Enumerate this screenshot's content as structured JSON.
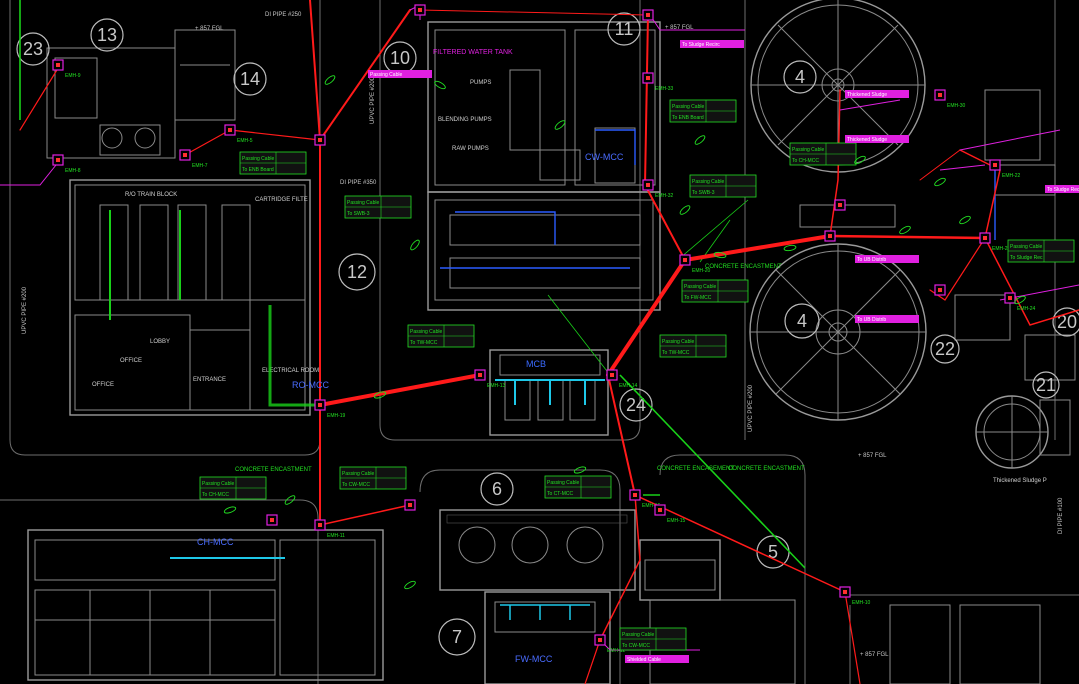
{
  "buildings": [
    {
      "id": "23"
    },
    {
      "id": "13"
    },
    {
      "id": "14"
    },
    {
      "id": "10"
    },
    {
      "id": "11"
    },
    {
      "id": "4"
    },
    {
      "id": "4"
    },
    {
      "id": "12"
    },
    {
      "id": "24"
    },
    {
      "id": "22"
    },
    {
      "id": "20"
    },
    {
      "id": "21"
    },
    {
      "id": "6"
    },
    {
      "id": "5"
    },
    {
      "id": "7"
    }
  ],
  "room_labels": {
    "filtered_water_tank": "FILTERED WATER TANK",
    "pumps": "PUMPS",
    "blending_pumps": "BLENDING PUMPS",
    "raw_pumps": "RAW PUMPS",
    "ro_train_block": "R/O TRAIN BLOCK",
    "cartridge_filter": "CARTRIDGE FILTE",
    "electrical_room": "ELECTRICAL ROOM",
    "office": "OFFICE",
    "office2": "OFFICE",
    "lobby": "LOBBY",
    "entrance": "ENTRANCE",
    "mcb": "MCB",
    "concrete_encasement_1": "CONCRETE ENCASTMENT",
    "concrete_encasement_2": "CONCRETE ENCASEMENT",
    "concrete_encasement_3": "CONCRETE ENCASTMENT",
    "concrete_encasement_4": "CONCRETE ENCASTMENT",
    "thickened_sludge": "Thickened Sludge P",
    "di_pipe_top": "DI PIPE #250",
    "di_pipe_mid": "DI PIPE #350",
    "di_pipe_right": "DI PIPE #100",
    "fgl_top": "+ 857 FGL",
    "fgl_top2": "+ 857 FGL",
    "fgl_mid": "+ 857 FGL",
    "fgl_bottom": "+ 857 FGL",
    "upvc_left": "UPVC PIPE #200",
    "upvc_mid": "UPVC PIPE #200",
    "upvc_right": "UPVC PIPE #200"
  },
  "manholes": [
    "EMH-9",
    "EMH-8",
    "EMH-7",
    "EMH-5",
    "EMH-33",
    "EMH-32",
    "EMH-22",
    "EMH-20",
    "EMH-14",
    "EMH-13",
    "EMH-11",
    "EMH-16",
    "EMH-15",
    "EMH-12",
    "EMH-10",
    "EMH-30",
    "EMH-22",
    "EMH-24",
    "EMH-19"
  ],
  "tags": [
    {
      "l1": "Passing Cable",
      "l2": "To ENB Board"
    },
    {
      "l1": "Passing Cable",
      "l2": "To SWB-3"
    },
    {
      "l1": "Passing Cable",
      "l2": "To TW-MCC"
    },
    {
      "l1": "Passing Cable",
      "l2": "To CW-MCC"
    },
    {
      "l1": "Passing Cable",
      "l2": "To CH-MCC"
    },
    {
      "l1": "Passing Cable",
      "l2": "To CT-MCC"
    },
    {
      "l1": "Passing Cable",
      "l2": "To FW-MCC"
    },
    {
      "l1": "Passing Cable",
      "l2": "To Sludge Rec"
    }
  ],
  "pink_labels": [
    "To Sludge Recirc",
    "Thickened Sludge",
    "To UB Distrib",
    "Passing Cable",
    "Shielded Cable"
  ],
  "blue_labels": {
    "ch_mcc": "CH-MCC",
    "fw_mcc": "FW-MCC",
    "ro_mcc": "RO-MCC",
    "cw_mcc": "CW-MCC"
  }
}
